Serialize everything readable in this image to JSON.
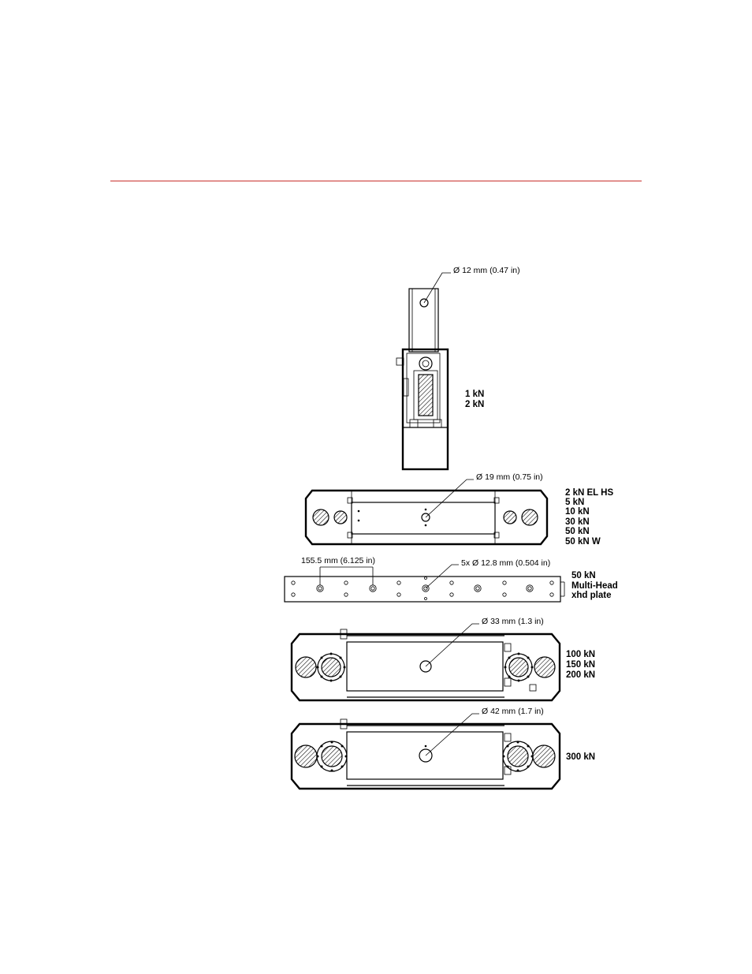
{
  "colors": {
    "rule": "#c8302c",
    "ink": "#000000",
    "paper": "#ffffff"
  },
  "grips": [
    {
      "dimension": "Ø 12 mm (0.47 in)",
      "capacities": [
        "1 kN",
        "2 kN"
      ]
    },
    {
      "dimension": "Ø 19 mm (0.75 in)",
      "capacities": [
        "2 kN EL HS",
        "5 kN",
        "10 kN",
        "30 kN",
        "50 kN",
        "50 kN W"
      ]
    },
    {
      "dimension": "5x Ø 12.8 mm (0.504 in)",
      "spacing": "155.5 mm (6.125 in)",
      "capacities": [
        "50 kN",
        "Multi-Head",
        "xhd plate"
      ]
    },
    {
      "dimension": "Ø 33 mm (1.3 in)",
      "capacities": [
        "100 kN",
        "150 kN",
        "200 kN"
      ]
    },
    {
      "dimension": "Ø 42 mm (1.7 in)",
      "capacities": [
        "300 kN"
      ]
    }
  ]
}
